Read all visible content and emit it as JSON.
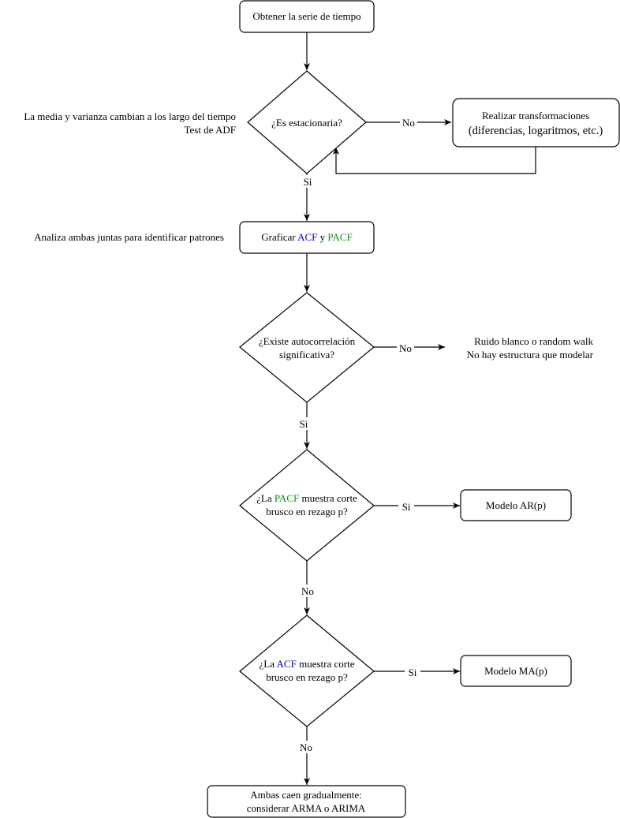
{
  "colors": {
    "stroke": "#000000",
    "text": "#000000",
    "acf": "#0000cc",
    "pacf": "#009900",
    "background": "#ffffff"
  },
  "nodes": {
    "start": {
      "text": "Obtener la serie de tiempo"
    },
    "stationary_q": {
      "text": "¿Es estacionaria?"
    },
    "transform": {
      "line1": "Realizar transformaciones",
      "line2": "(diferencias, logaritmos, etc.)"
    },
    "plot": {
      "pre": "Graficar ",
      "acf": "ACF",
      "mid": " y ",
      "pacf": "PACF"
    },
    "autocorr_q": {
      "line1": "¿Existe autocorrelación",
      "line2": "significativa?"
    },
    "pacf_q": {
      "pre": "¿La ",
      "pacf": "PACF",
      "post": " muestra corte",
      "line2": "brusco en rezago p?"
    },
    "ar_model": {
      "text": "Modelo AR(p)"
    },
    "acf_q": {
      "pre": "¿La ",
      "acf": "ACF",
      "post": " muestra corte",
      "line2": "brusco en rezago p?"
    },
    "ma_model": {
      "text": "Modelo MA(p)"
    },
    "arma": {
      "line1": "Ambas caen gradualmente:",
      "line2": "considerar ARMA o ARIMA"
    }
  },
  "annotations": {
    "stationarity_note": {
      "line1": "La media y varianza cambian a los largo del tiempo",
      "line2": "Test de ADF"
    },
    "plot_note": {
      "text": "Analiza ambas juntas para identificar patrones"
    },
    "white_noise": {
      "line1": "Ruido blanco o random walk",
      "line2": "No hay estructura que modelar"
    }
  },
  "edge_labels": {
    "stationary_no": "No",
    "stationary_yes": "Si",
    "autocorr_no": "No",
    "autocorr_yes": "Si",
    "pacf_yes": "Si",
    "pacf_no": "No",
    "acf_yes": "Si",
    "acf_no": "No"
  }
}
